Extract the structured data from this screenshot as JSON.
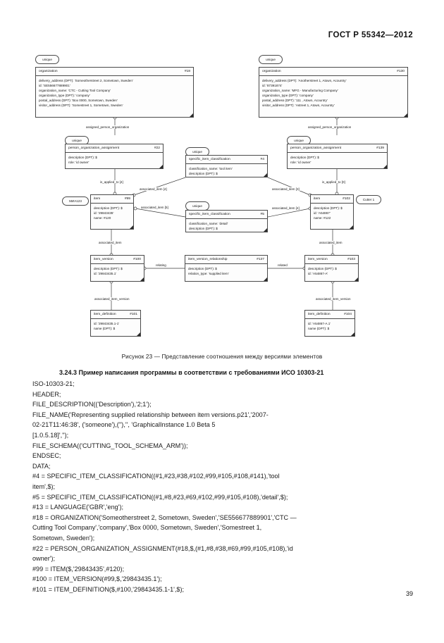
{
  "header": {
    "standard": "ГОСТ Р 55342—2012"
  },
  "page_number": "39",
  "figure": {
    "caption": "Рисунок 23 — Представление соотношения между версиями элементов",
    "pills": [
      {
        "id": "p1",
        "label": "unique"
      },
      {
        "id": "p2",
        "label": "unique"
      },
      {
        "id": "p3",
        "label": "unique"
      },
      {
        "id": "p4",
        "label": "unique"
      },
      {
        "id": "p5",
        "label": "unique"
      },
      {
        "id": "p6",
        "label": "unique"
      },
      {
        "id": "p7",
        "label": "MИA123"
      },
      {
        "id": "p8",
        "label": "Cutter 1"
      }
    ],
    "nodes": [
      {
        "id": "org18",
        "title": "organization",
        "ref": "#18",
        "lines": [
          "delivery_address (DPT): 'Someotherstreet 2, Sometown, Sweden'",
          "id: 'SE556677889901'",
          "organization_name: 'CTC - Cutting Tool Company'",
          "organization_type (DPT): 'company'",
          "postal_address (DPT): 'Box 0000, Sometown, Sweden'",
          "visitor_address (DPT): 'Somestreet 1, Sometown, Sweden'"
        ]
      },
      {
        "id": "org130",
        "title": "organization",
        "ref": "#130",
        "lines": [
          "delivery_address (DPT): 'Anotherstreet 1, Atown, Acountry'",
          "id: '87391874'",
          "organization_name: 'MFG - Manufacturing Company'",
          "organization_type (DPT): 'company'",
          "postal_address (DPT): '111 , Atown, Acountry'",
          "visitor_address (DPT): 'Astreet 1, Atown, Acountry'"
        ]
      },
      {
        "id": "poa22",
        "title": "person_organization_assignment",
        "ref": "#22",
        "lines": [
          "description (DPT): $",
          "role: 'id owner'"
        ]
      },
      {
        "id": "poa139",
        "title": "person_organization_assignment",
        "ref": "#139",
        "lines": [
          "description (DPT): $",
          "role: 'id owner'"
        ]
      },
      {
        "id": "sic4",
        "title": "specific_item_classification",
        "ref": "#4",
        "lines": [
          "classification_name: 'tool item'",
          "description (DPT): $"
        ]
      },
      {
        "id": "sic5",
        "title": "specific_item_classification",
        "ref": "#5",
        "lines": [
          "classification_name: 'detail'",
          "description (DPT): $"
        ]
      },
      {
        "id": "item99",
        "title": "item",
        "ref": "#99",
        "lines": [
          "description (DPT): $",
          "id: '29843435'",
          "name: #120"
        ]
      },
      {
        "id": "item102",
        "title": "item",
        "ref": "#102",
        "lines": [
          "description (DPT): $",
          "id: 'A54867'",
          "name: #122"
        ]
      },
      {
        "id": "iv100",
        "title": "item_version",
        "ref": "#100",
        "lines": [
          "description (DPT): $",
          "id: '29843435.1'"
        ]
      },
      {
        "id": "ivr137",
        "title": "item_version_relationship",
        "ref": "#137",
        "lines": [
          "description (DPT): $",
          "relation_type: 'supplied item'"
        ]
      },
      {
        "id": "iv103",
        "title": "item_version",
        "ref": "#103",
        "lines": [
          "description (DPT): $",
          "id: 'A54867-A'"
        ]
      },
      {
        "id": "id101",
        "title": "item_definition",
        "ref": "#101",
        "lines": [
          "id: '29843435.1-1'",
          "name (DPT): $"
        ]
      },
      {
        "id": "id104",
        "title": "item_definition",
        "ref": "#104",
        "lines": [
          "id: 'A54867-A.1'",
          "name (DPT): $"
        ]
      }
    ],
    "edge_labels": [
      {
        "id": "e1",
        "text": "assigned_person_organization"
      },
      {
        "id": "e2",
        "text": "assigned_person_organization"
      },
      {
        "id": "e3",
        "text": "is_applied_to [4]"
      },
      {
        "id": "e4",
        "text": "is_applied_to [0]"
      },
      {
        "id": "e5",
        "text": "associated_item [4]"
      },
      {
        "id": "e6",
        "text": "associated_item [5]"
      },
      {
        "id": "e7",
        "text": "associated_item [3]"
      },
      {
        "id": "e8",
        "text": "associated_item [4]"
      },
      {
        "id": "e9",
        "text": "associated_item"
      },
      {
        "id": "e10",
        "text": "associated_item"
      },
      {
        "id": "e11",
        "text": "relating"
      },
      {
        "id": "e12",
        "text": "related"
      },
      {
        "id": "e13",
        "text": "associated_item_version"
      },
      {
        "id": "e14",
        "text": "associated_item_version"
      }
    ]
  },
  "section": {
    "heading": "3.24.3 Пример написания программы в соответствии с требованиями  ИСО 10303-21"
  },
  "code_lines": [
    "ISO-10303-21;",
    "HEADER;",
    "FILE_DESCRIPTION(('Description'),'2;1');",
    "FILE_NAME('Representing supplied relationship between item versions.p21','2007-",
    "02-21T11:46:38', ('someone'),(''),'', 'GraphicalInstance 1.0 Beta 5",
    "[1.0.5.18]','');",
    "FILE_SCHEMA(('CUTTING_TOOL_SCHEMA_ARM'));",
    "ENDSEC;",
    "DATA;",
    "#4 = SPECIFIC_ITEM_CLASSIFICATION((#1,#23,#38,#102,#99,#105,#108,#141),'tool",
    "item',$);",
    "#5 = SPECIFIC_ITEM_CLASSIFICATION((#1,#8,#23,#69,#102,#99,#105,#108),'detail',$);",
    "#13 = LANGUAGE('GBR','eng');",
    "#18 = ORGANIZATION('Someotherstreet 2, Sometown, Sweden','SE556677889901','CTC —",
    "Cutting Tool Company','company','Box 0000, Sometown, Sweden','Somestreet 1,",
    "Sometown, Sweden');",
    "#22 = PERSON_ORGANIZATION_ASSIGNMENT(#18,$,(#1,#8,#38,#69,#99,#105,#108),'id",
    "owner');",
    "#99 = ITEM($,'29843435',#120);",
    "#100 = ITEM_VERSION(#99,$,'29843435.1');",
    "#101 = ITEM_DEFINITION($,#100,'29843435.1-1',$);"
  ]
}
